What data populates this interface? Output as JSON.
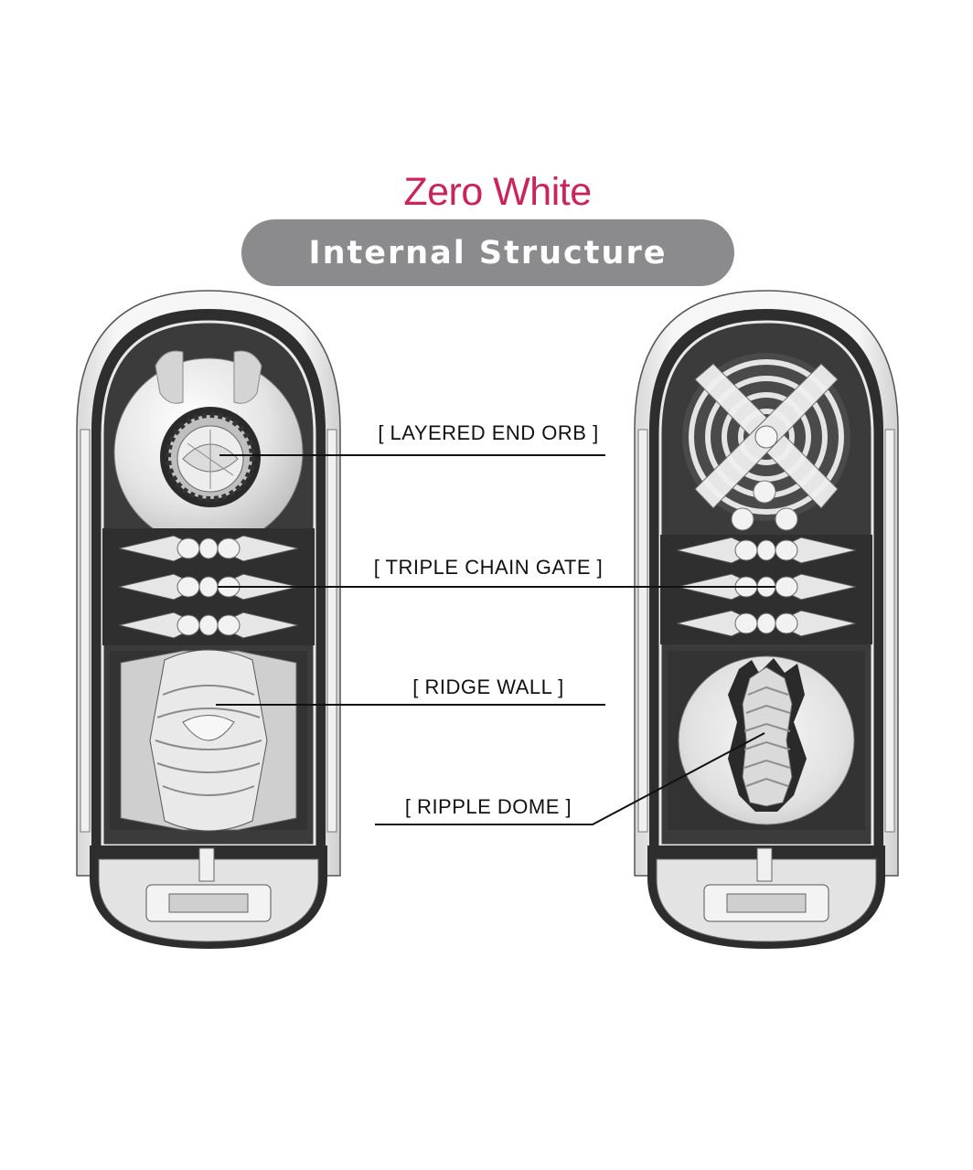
{
  "title": "Zero White",
  "subtitle": "Internal Structure",
  "colors": {
    "title": "#c9245c",
    "pill": "#8b8a8c",
    "pill_text": "#ffffff",
    "line": "#111111"
  },
  "labels": {
    "layered_end_orb": "[ LAYERED END ORB ]",
    "triple_chain_gate": "[ TRIPLE CHAIN GATE ]",
    "ridge_wall": "[ RIDGE WALL ]",
    "ripple_dome": "[ RIPPLE DOME ]"
  }
}
